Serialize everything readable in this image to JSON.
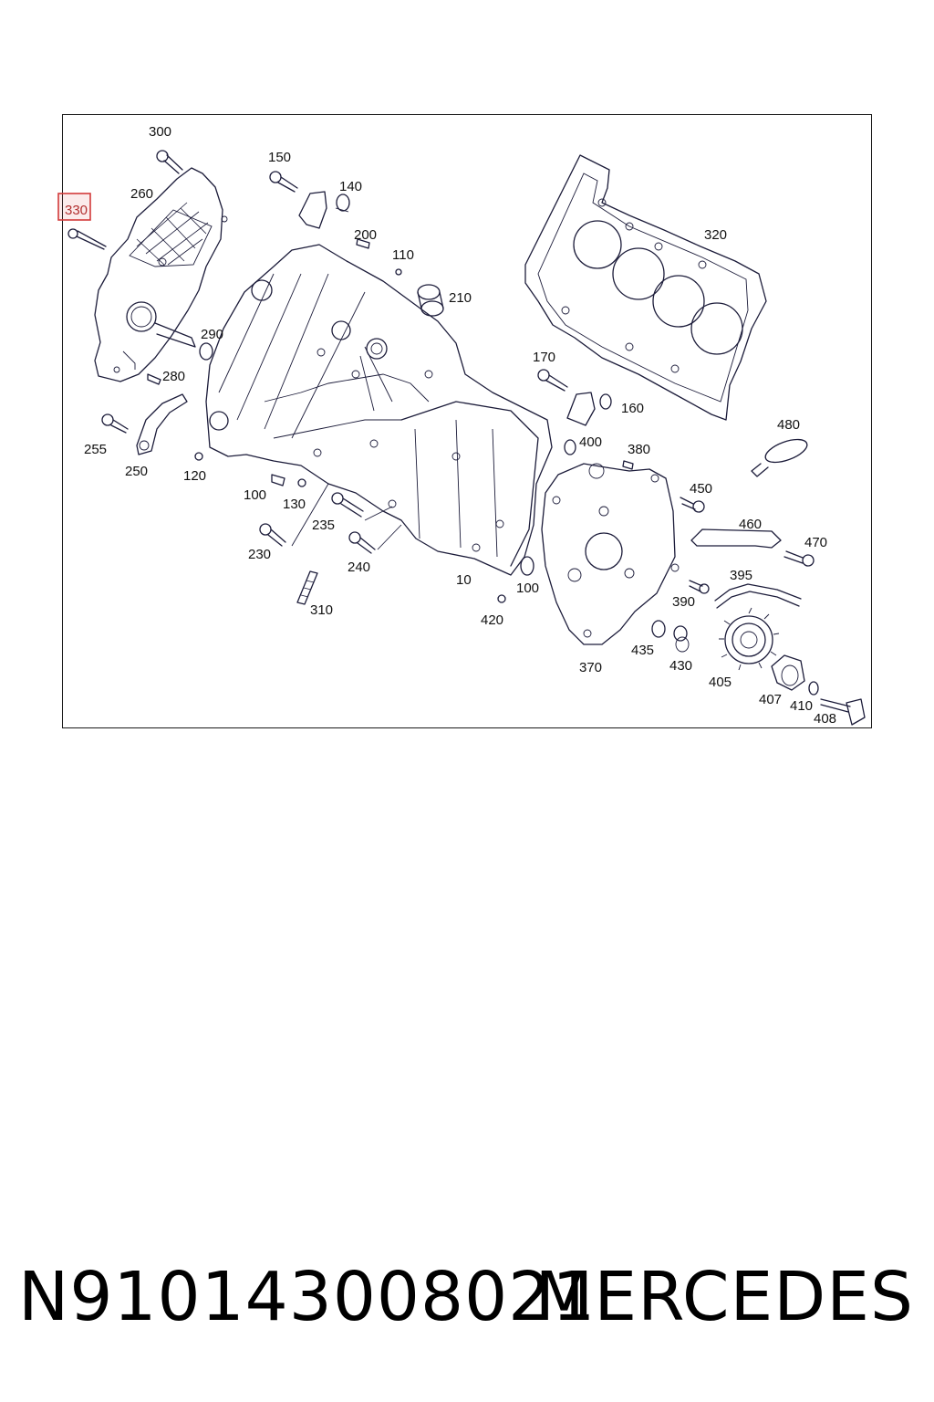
{
  "labels": {
    "l300": "300",
    "l150": "150",
    "l140": "140",
    "l260": "260",
    "l330": "330",
    "l200": "200",
    "l110": "110",
    "l210": "210",
    "l320": "320",
    "l290": "290",
    "l280": "280",
    "l170": "170",
    "l160": "160",
    "l480": "480",
    "l255": "255",
    "l250": "250",
    "l120": "120",
    "l400": "400",
    "l380": "380",
    "l100a": "100",
    "l130": "130",
    "l235": "235",
    "l450": "450",
    "l460": "460",
    "l230": "230",
    "l240": "240",
    "l470": "470",
    "l395": "395",
    "l10": "10",
    "l100b": "100",
    "l390": "390",
    "l310": "310",
    "l420": "420",
    "l435": "435",
    "l430": "430",
    "l370": "370",
    "l405": "405",
    "l407": "407",
    "l410": "410",
    "l408": "408"
  },
  "highlight": {
    "label": "330",
    "color": "#d23a3a"
  },
  "footer": {
    "part_number": "N910143008021",
    "brand": "MERCEDES"
  }
}
